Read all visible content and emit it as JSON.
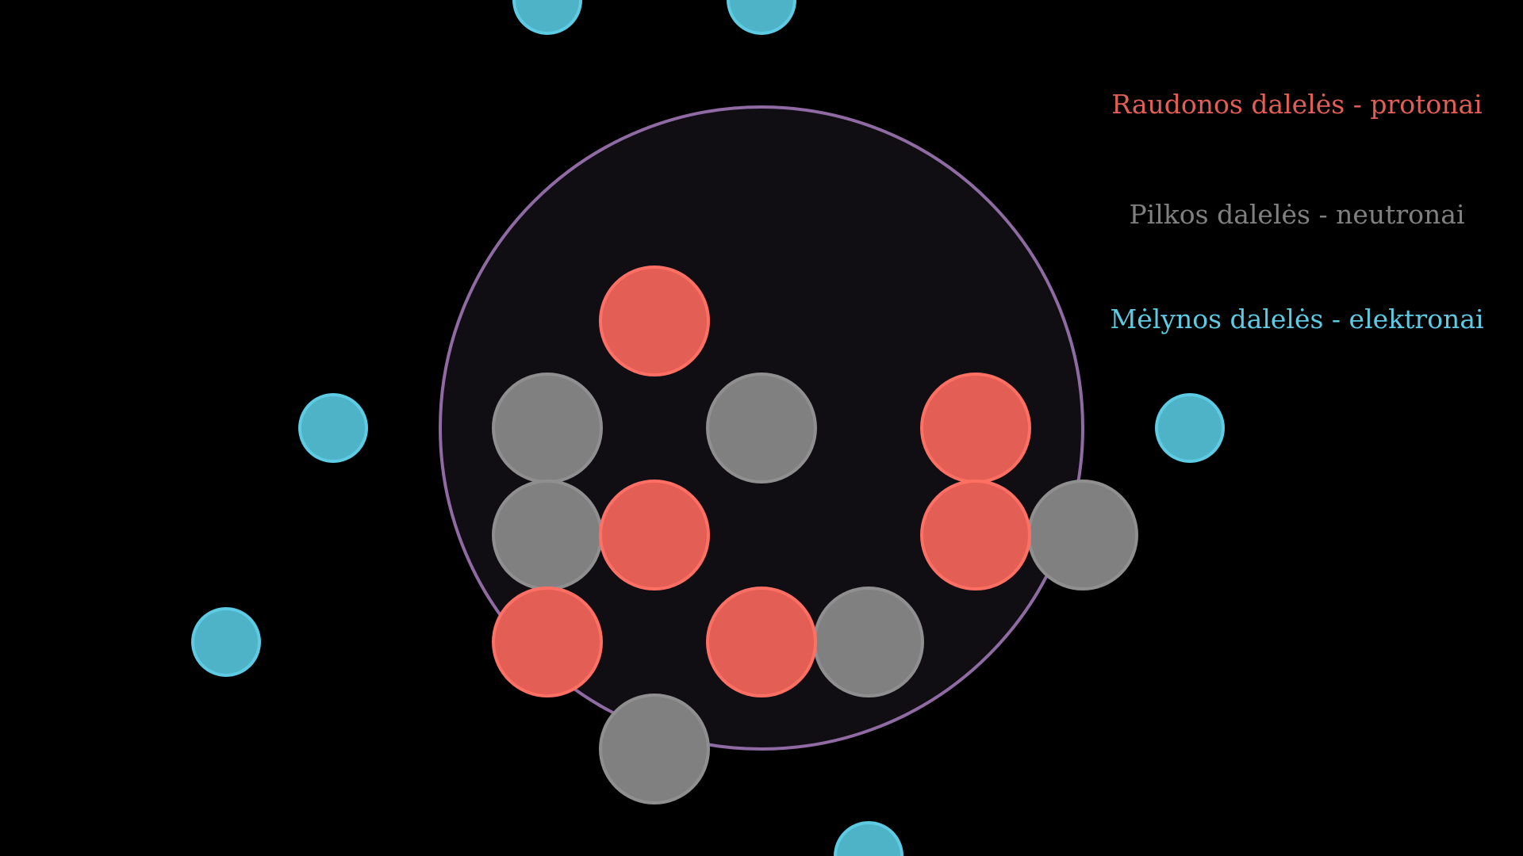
{
  "colors": {
    "background": "#000000",
    "nucleus_fill": "#100d13",
    "nucleus_stroke": "#8f6aa3",
    "proton_fill": "#e35e54",
    "proton_stroke": "#ff6f63",
    "neutron_fill": "#808080",
    "neutron_stroke": "#8f8f8f",
    "electron_fill": "#4fb3c8",
    "electron_stroke": "#5ccbe3"
  },
  "legend": {
    "protons": "Raudonos dalelės - protonai",
    "neutrons": "Pilkos dalelės - neutronai",
    "electrons": "Mėlynos dalelės - elektronai"
  },
  "counts": {
    "protons": 6,
    "neutrons": 6,
    "electrons": 6
  }
}
